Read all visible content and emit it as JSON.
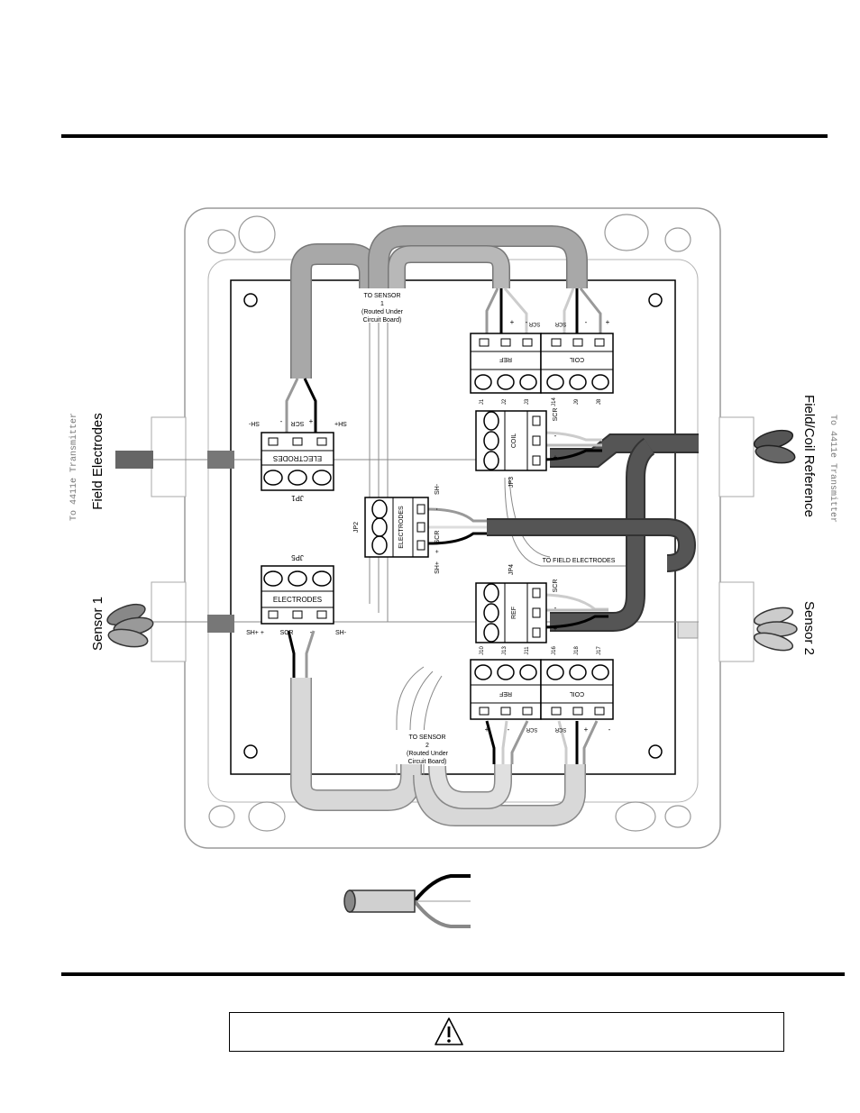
{
  "diagram": {
    "left_side": {
      "transmitter_label": "To 4411e Transmitter",
      "field_electrodes_label": "Field Electrodes",
      "sensor_label": "Sensor 1"
    },
    "right_side": {
      "transmitter_label": "To 4411e Transmitter",
      "field_coil_label": "Field/Coil Reference",
      "sensor_label": "Sensor 2"
    },
    "to_sensor_1": [
      "TO SENSOR",
      "1",
      "(Routed Under",
      "Circuit Board)"
    ],
    "to_sensor_2": [
      "TO SENSOR",
      "2",
      "(Routed Under",
      "Circuit Board)"
    ],
    "to_field_electrodes": "TO FIELD ELECTRODES",
    "blocks": {
      "jp1": {
        "name": "ELECTRODES",
        "id": "JP1",
        "pins": [
          "SH+",
          "+",
          "-",
          "SCR",
          "SH-"
        ]
      },
      "jp5": {
        "name": "ELECTRODES",
        "id": "JP5",
        "pins": [
          "SH+ +",
          "SCR",
          "-",
          "SH-"
        ]
      },
      "jp2": {
        "name": "ELECTRODES",
        "id": "JP2",
        "pins": [
          "SH-",
          "-",
          "SCR",
          "+",
          "SH+"
        ]
      },
      "jp3": {
        "name": "COIL",
        "id": "JP3",
        "pins": [
          "SCR",
          "-",
          "+"
        ]
      },
      "jp4": {
        "name": "REF",
        "id": "JP4",
        "pins": [
          "SCR",
          "-",
          "+"
        ]
      },
      "top_ref": {
        "name": "REF",
        "pins": [
          "-",
          "+",
          "SCR"
        ],
        "ids": [
          "J1",
          "J2",
          "J3"
        ]
      },
      "top_coil": {
        "name": "COIL",
        "pins": [
          "SCR",
          "-",
          "+"
        ],
        "ids": [
          "J14",
          "J9",
          "J8"
        ]
      },
      "bottom_ref": {
        "name": "REF",
        "pins": [
          "+",
          "-",
          "SCR"
        ],
        "ids": [
          "J10",
          "J13",
          "J11"
        ]
      },
      "bottom_coil": {
        "name": "COIL",
        "pins": [
          "SCR",
          "+",
          "-"
        ],
        "ids": [
          "J16",
          "J18",
          "J17"
        ]
      }
    },
    "colors": {
      "gray_cable": "#a8a8a8",
      "dark_cable": "#555555",
      "light_cable": "#d8d8d8",
      "wire_black": "#000000",
      "enclosure_stroke": "#999999"
    }
  },
  "warning_icon": "warning-triangle-icon"
}
